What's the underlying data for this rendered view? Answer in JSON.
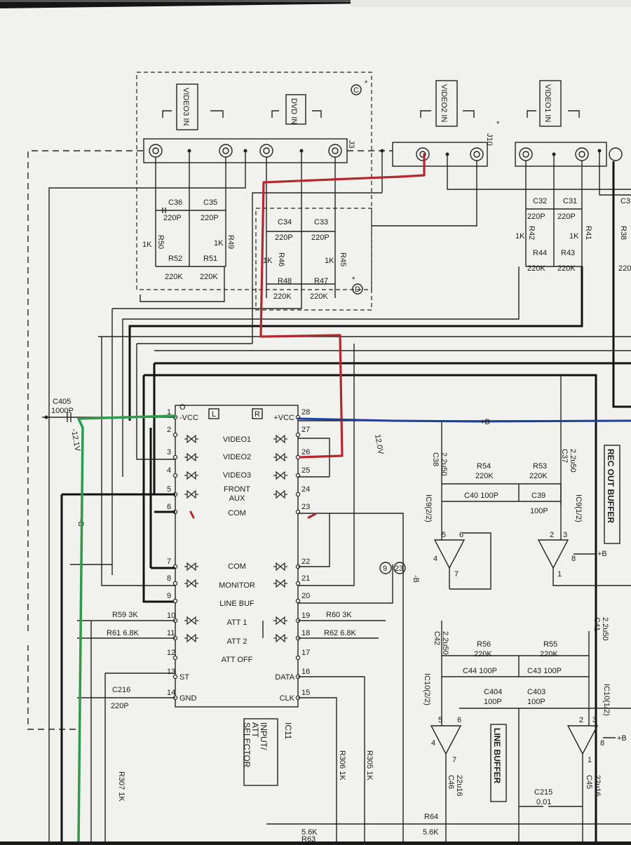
{
  "colors": {
    "paper": "#f1f1ee",
    "ink": "#1b1b1b",
    "red_marker": "#b3282d",
    "green_marker": "#2e9a4c",
    "blue_marker": "#1f3f9e"
  },
  "jacks": {
    "video3": "VIDEO3 IN",
    "dvd": "DVD IN",
    "video2": "VIDEO2 IN",
    "video1": "VIDEO1 IN",
    "j3": "J3",
    "j10": "J10",
    "star": "*",
    "mark_c": "C",
    "mark_d": "D"
  },
  "caps_top": {
    "c36": "C36",
    "c36v": "220P",
    "c35": "C35",
    "c35v": "220P",
    "c34": "C34",
    "c34v": "220P",
    "c33": "C33",
    "c33v": "220P",
    "c32": "C32",
    "c32v": "220P",
    "c31": "C31",
    "c31v": "220P",
    "c3x": "C3"
  },
  "res_top": {
    "r50": "R50",
    "r50v": "1K",
    "r49": "R49",
    "r49v": "1K",
    "r52": "R52",
    "r52v": "220K",
    "r51": "R51",
    "r51v": "220K",
    "r46": "R46",
    "r46v": "1K",
    "r45": "R45",
    "r45v": "1K",
    "r48": "R48",
    "r48v": "220K",
    "r47": "R47",
    "r47v": "220K",
    "r42": "R42",
    "r42v": "1K",
    "r41": "R41",
    "r41v": "1K",
    "r44": "R44",
    "r44v": "220K",
    "r43": "R43",
    "r43v": "220K",
    "r38": "R38",
    "r38v": "220"
  },
  "ic11": {
    "name": "IC11",
    "title": "INPUT/ ATT SELECTOR",
    "title1": "INPUT/",
    "title2": "ATT",
    "title3": "SELECTOR",
    "l": "L",
    "r": "R",
    "o": "O",
    "left_labels": [
      "-VCC",
      "",
      "",
      "",
      "",
      "",
      "",
      "",
      "",
      "",
      "",
      "",
      "ST",
      "GND"
    ],
    "right_labels": [
      "+VCC",
      "",
      "",
      "",
      "",
      "",
      "",
      "",
      "",
      "",
      "",
      "",
      "DATA",
      "CLK"
    ],
    "center_labels": [
      "VIDEO1",
      "VIDEO2",
      "VIDEO3",
      "FRONT",
      "AUX",
      "COM",
      "COM",
      "MONITOR",
      "LINE BUF",
      "ATT 1",
      "ATT 2",
      "ATT OFF"
    ],
    "left_pins": [
      "1",
      "2",
      "3",
      "4",
      "5",
      "6",
      "7",
      "8",
      "9",
      "10",
      "11",
      "12",
      "13",
      "14"
    ],
    "right_pins": [
      "28",
      "27",
      "26",
      "25",
      "24",
      "23",
      "22",
      "21",
      "20",
      "19",
      "18",
      "17",
      "16",
      "15"
    ]
  },
  "misc": {
    "c405": "C405",
    "c405v": "1000P",
    "v_neg": "-12.1V",
    "v_pos": "12.0V",
    "minus_b": "-B",
    "plus_b": "+B",
    "b_arrow": "-B",
    "conn23": "23",
    "conn9": "9",
    "r59": "R59 3K",
    "r61": "R61 6.8K",
    "r60": "R60 3K",
    "r62": "R62 6.8K",
    "c216": "C216",
    "c216v": "220P",
    "r307": "R307 1K",
    "r306": "R306 1K",
    "r305": "R305 1K",
    "r63": "R63",
    "r63v": "5.6K",
    "r64": "R64",
    "r64v": "5.6K"
  },
  "rec_buffer": {
    "title": "REC OUT BUFFER",
    "c38": "C38",
    "c38v": "2.2u50",
    "c37": "C37",
    "c37v": "2.2u50",
    "r54": "R54",
    "r54v": "220K",
    "r53": "R53",
    "r53v": "220K",
    "c40": "C40 100P",
    "c39": "C39",
    "c39v": "100P",
    "ic9a": "IC9(2/2)",
    "ic9b": "IC9(1/2)",
    "p6": "6",
    "p5": "5",
    "p4": "4",
    "p7": "7",
    "p2": "2",
    "p3": "3",
    "p8": "8",
    "p1": "1"
  },
  "line_buffer": {
    "title": "LINE BUFFER",
    "c42": "C42",
    "c42v": "2.2u50",
    "c41": "C41",
    "c41v": "2.2u50",
    "r56": "R56",
    "r56v": "220K",
    "r55": "R55",
    "r55v": "220K",
    "c44": "C44 100P",
    "c43": "C43 100P",
    "c404": "C404",
    "c404v": "100P",
    "c403": "C403",
    "c403v": "100P",
    "ic10a": "IC10(2/2)",
    "ic10b": "IC10(1/2)",
    "c46": "C46",
    "c46v": "22u16",
    "c45": "C45",
    "c45v": "22u16",
    "c215": "C215",
    "c215v": "0.01",
    "p5": "5",
    "p6": "6",
    "p4": "4",
    "p7": "7",
    "p2": "2",
    "p3": "3",
    "p8": "8",
    "p1": "1",
    "plus_b": "+B"
  }
}
